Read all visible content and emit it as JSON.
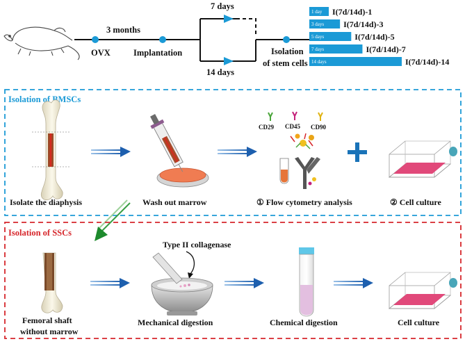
{
  "timeline": {
    "ovx": "OVX",
    "months": "3 months",
    "implantation": "Implantation",
    "d7": "7 days",
    "d14": "14 days",
    "isolation_line1": "Isolation",
    "isolation_line2": "of stem cells"
  },
  "groups": [
    {
      "bar": "1 day",
      "label": "I(7d/14d)-1",
      "days": 1
    },
    {
      "bar": "3 days",
      "label": "I(7d/14d)-3",
      "days": 3
    },
    {
      "bar": "5 days",
      "label": "I(7d/14d)-5",
      "days": 5
    },
    {
      "bar": "7 days",
      "label": "I(7d/14d)-7",
      "days": 7
    },
    {
      "bar": "14 days",
      "label": "I(7d/14d)-14",
      "days": 14
    }
  ],
  "bmsc": {
    "title": "Isolation of BMSCs",
    "step1": "Isolate the diaphysis",
    "step2": "Wash out marrow",
    "step3": "① Flow cytometry analysis",
    "step4": "② Cell culture",
    "markers": [
      "CD29",
      "CD45",
      "CD90"
    ]
  },
  "ssc": {
    "title": "Isolation of SSCs",
    "step1_line1": "Femoral shaft",
    "step1_line2": "without marrow",
    "enzyme": "Type II collagenase",
    "step2": "Mechanical digestion",
    "step3": "Chemical digestion",
    "step4": "Cell culture"
  },
  "colors": {
    "blue": "#1b9ad6",
    "red": "#d6262b",
    "arrow": "#2d6fb6",
    "green": "#2a9b3a",
    "pink": "#e1497a"
  }
}
